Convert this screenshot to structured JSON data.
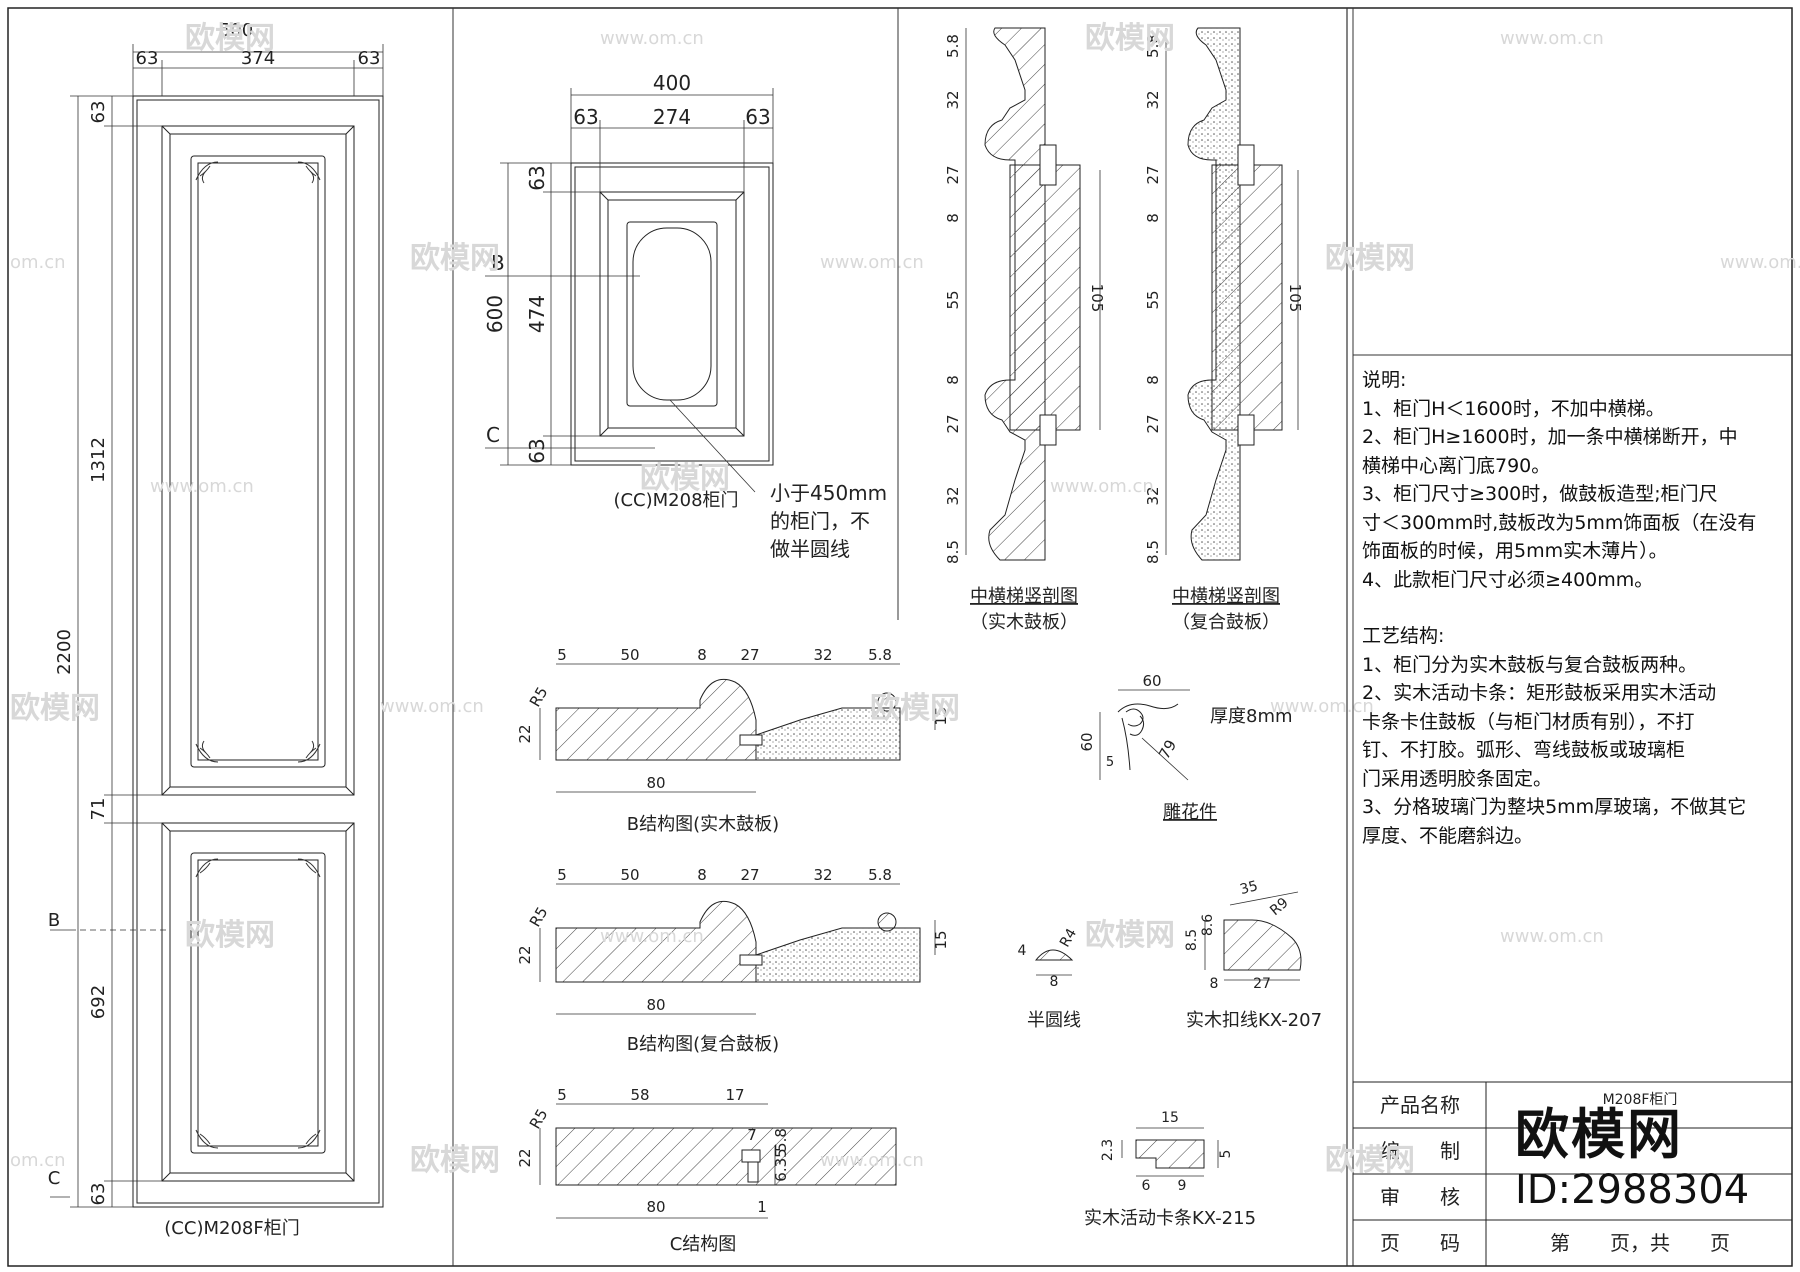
{
  "door_main": {
    "width_total": "500",
    "width_parts": [
      "63",
      "374",
      "63"
    ],
    "height_total": "2200",
    "height_parts": [
      "63",
      "1312",
      "71",
      "692",
      "63"
    ],
    "label_b": "B",
    "label_c": "C",
    "caption": "(CC)M208F柜门"
  },
  "door_small": {
    "width_total": "400",
    "width_parts": [
      "63",
      "274",
      "63"
    ],
    "height_total": "600",
    "height_parts": [
      "63",
      "474",
      "63"
    ],
    "label_b": "B",
    "label_c": "C",
    "caption": "(CC)M208柜门",
    "note_lines": [
      "小于450mm",
      "的柜门，不",
      "做半圆线"
    ]
  },
  "section_solid": {
    "dims": [
      "5.8",
      "32",
      "27",
      "8",
      "55",
      "8",
      "27",
      "32",
      "8.5"
    ],
    "total": "105",
    "caption": "中横梯竖剖图",
    "sub": "（实木鼓板）"
  },
  "section_composite": {
    "dims": [
      "5.8",
      "32",
      "27",
      "8",
      "55",
      "8",
      "27",
      "32",
      "8.5"
    ],
    "total": "105",
    "caption": "中横梯竖剖图",
    "sub": "（复合鼓板）"
  },
  "b_solid": {
    "top_dims": [
      "5",
      "50",
      "8",
      "27",
      "32",
      "5.8"
    ],
    "side_dims": [
      "R5",
      "22",
      "15"
    ],
    "bottom_dim": "80",
    "caption": "B结构图(实木鼓板)"
  },
  "b_composite": {
    "top_dims": [
      "5",
      "50",
      "8",
      "27",
      "32",
      "5.8"
    ],
    "side_dims": [
      "R5",
      "22",
      "15"
    ],
    "bottom_dim": "80",
    "caption": "B结构图(复合鼓板)"
  },
  "c_struct": {
    "top_dims": [
      "5",
      "58",
      "17"
    ],
    "side_dims": [
      "R5",
      "22",
      "6.35",
      "5.8",
      "7"
    ],
    "bottom_dims": [
      "80",
      "1"
    ],
    "caption": "C结构图"
  },
  "carving": {
    "dims": [
      "60",
      "60",
      "79",
      "5"
    ],
    "thickness": "厚度8mm",
    "caption": "雕花件"
  },
  "half_round": {
    "dims": [
      "4",
      "R4",
      "8"
    ],
    "caption": "半圆线"
  },
  "kx207": {
    "dims": [
      "35",
      "R9",
      "8.5",
      "8.6",
      "8",
      "27"
    ],
    "caption": "实木扣线KX-207"
  },
  "kx215": {
    "dims": [
      "15",
      "2.3",
      "5",
      "6",
      "9"
    ],
    "caption": "实木活动卡条KX-215"
  },
  "notes": {
    "lines": [
      "说明:",
      "1、柜门H＜1600时，不加中横梯。",
      "2、柜门H≥1600时，加一条中横梯断开，中",
      "横梯中心离门底790。",
      "3、柜门尺寸≥300时，做鼓板造型;柜门尺",
      "寸＜300mm时,鼓板改为5mm饰面板（在没有",
      "饰面板的时候，用5mm实木薄片）。",
      "4、此款柜门尺寸必须≥400mm。"
    ],
    "craft_lines": [
      "工艺结构:",
      "1、柜门分为实木鼓板与复合鼓板两种。",
      "2、实木活动卡条：矩形鼓板采用实木活动",
      "卡条卡住鼓板（与柜门材质有别），不打",
      "钉、不打胶。弧形、弯线鼓板或玻璃柜",
      "门采用透明胶条固定。",
      "3、分格玻璃门为整块5mm厚玻璃，不做其它",
      "厚度、不能磨斜边。"
    ]
  },
  "title_block": {
    "product_label": "产品名称",
    "product_value": "M208F柜门",
    "drawn_label": "编　　制",
    "check_label": "审　　核",
    "page_label": "页　　码",
    "page_value": "第　　页，共　　页"
  },
  "watermark": {
    "brand": "欧模网",
    "id": "ID:2988304",
    "site": "www.om.cn",
    "site_short": "om.cn"
  }
}
